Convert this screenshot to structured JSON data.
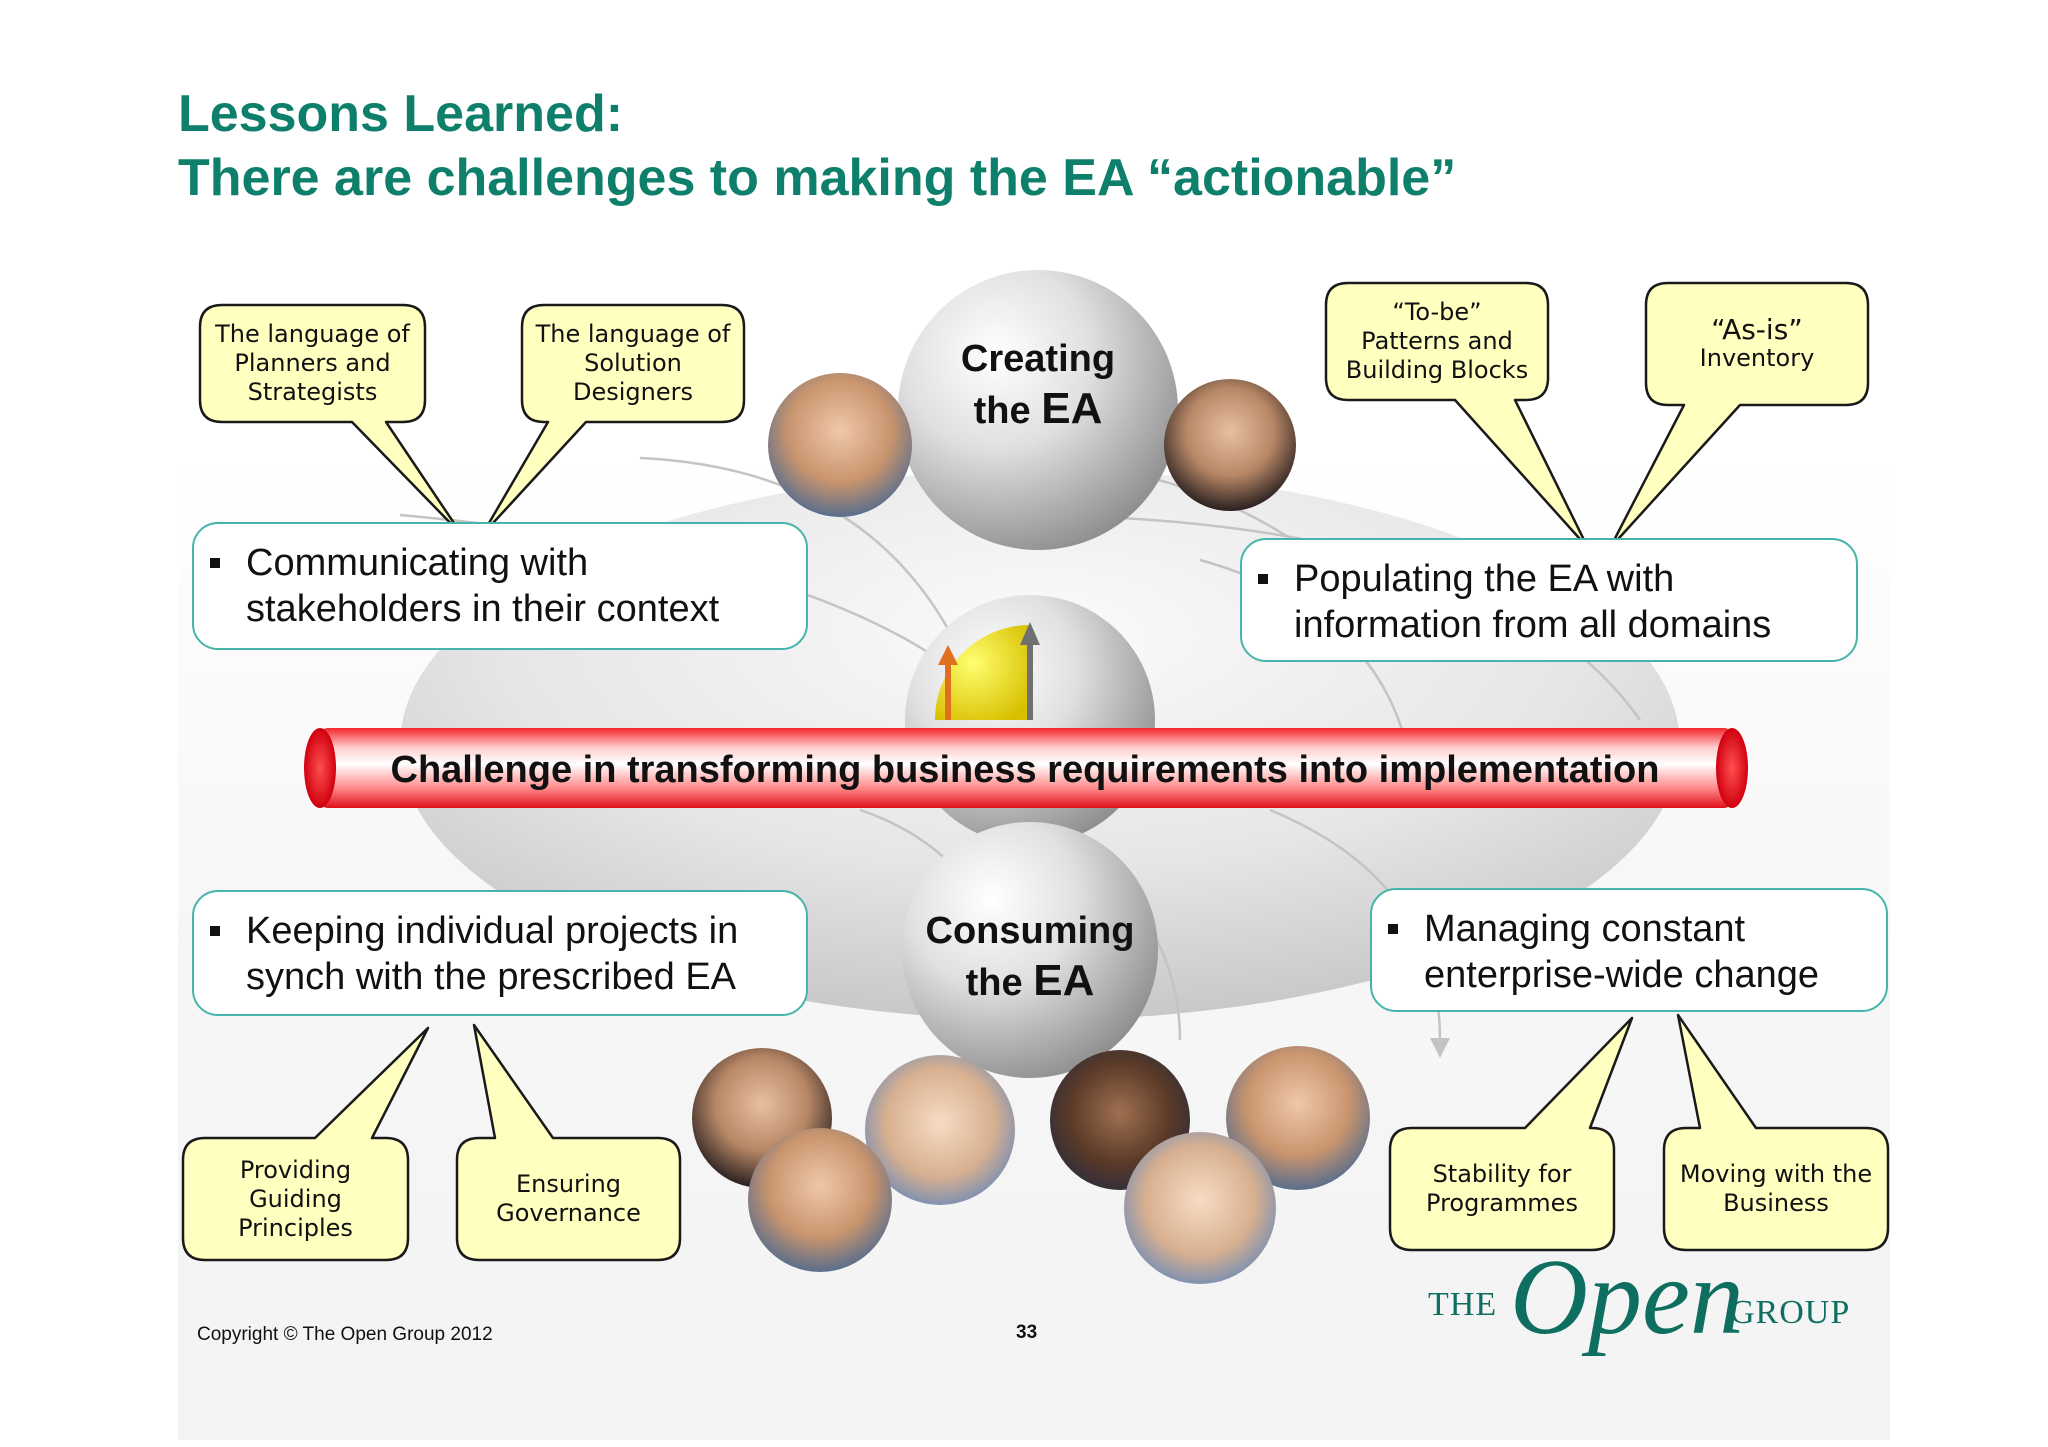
{
  "title": {
    "line1": "Lessons Learned:",
    "line2": "There are challenges to making the EA “actionable”"
  },
  "spheres": {
    "creating": {
      "line1": "Creating",
      "line2_a": "the ",
      "line2_b": "EA"
    },
    "consuming": {
      "line1": "Consuming",
      "line2_a": "the ",
      "line2_b": "EA"
    }
  },
  "banner": "Challenge in transforming business requirements into implementation",
  "boxes": {
    "communicating": {
      "line1": "Communicating with",
      "line2": "stakeholders in their context"
    },
    "populating": {
      "line1": "Populating the EA with",
      "line2": "information from all domains"
    },
    "keeping": {
      "line1": "Keeping individual projects in",
      "line2": "synch with the prescribed EA"
    },
    "managing": {
      "line1": "Managing constant",
      "line2": "enterprise-wide change"
    }
  },
  "callouts": {
    "planners": {
      "line1": "The language of",
      "line2": "Planners and",
      "line3": "Strategists"
    },
    "designers": {
      "line1": "The language of",
      "line2": "Solution",
      "line3": "Designers"
    },
    "tobe": {
      "line1": "“To-be”",
      "line2": "Patterns and",
      "line3": "Building Blocks"
    },
    "asis": {
      "line1": "“As-is”",
      "line2": "Inventory"
    },
    "guiding": {
      "line1": "Providing",
      "line2": "Guiding",
      "line3": "Principles"
    },
    "governance": {
      "line1": "Ensuring",
      "line2": "Governance"
    },
    "stability": {
      "line1": "Stability for",
      "line2": "Programmes"
    },
    "moving": {
      "line1": "Moving with the",
      "line2": "Business"
    }
  },
  "footer": {
    "copyright": "Copyright © The Open Group 2012",
    "page_number": "33"
  },
  "logo": {
    "the": "THE",
    "open": "Open",
    "group": "GROUP"
  },
  "colors": {
    "title": "#0e7f6b",
    "box_border": "#45b5a9",
    "callout_fill": "#ffffc0",
    "banner_red": "#e8191d"
  }
}
